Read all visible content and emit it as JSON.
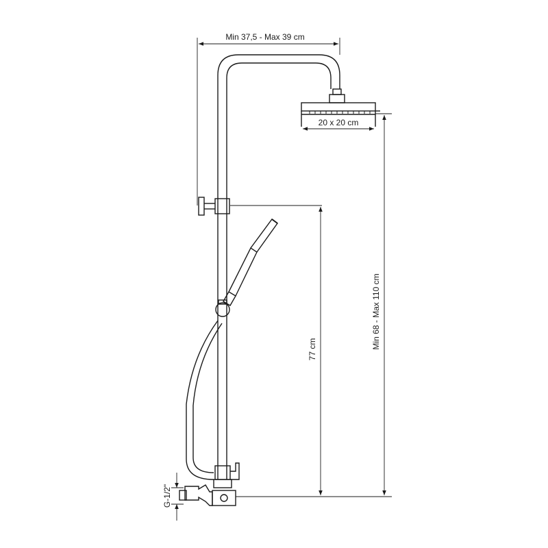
{
  "dimensions": {
    "arm_reach": "Min 37,5 - Max 39 cm",
    "head_size": "20 x 20 cm",
    "total_height": "Min 68 - Max 110 cm",
    "bracket_height": "77 cm",
    "inlet_thread": "G-1/2\""
  },
  "colors": {
    "line": "#1a1a1a",
    "background": "#ffffff"
  }
}
